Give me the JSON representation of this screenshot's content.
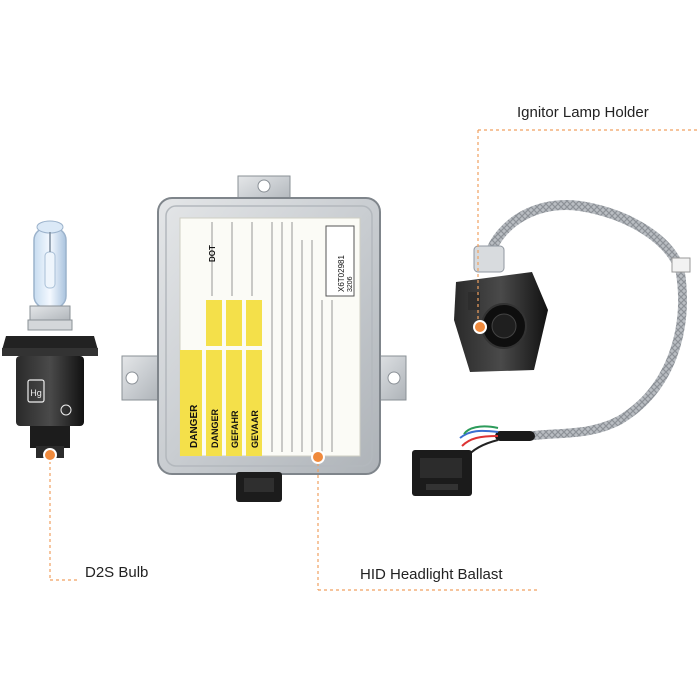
{
  "callouts": {
    "ignitor_lamp_holder": "Ignitor Lamp Holder",
    "d2s_bulb": "D2S Bulb",
    "hid_headlight_ballast": "HID Headlight Ballast"
  },
  "ballast_label": {
    "danger_1": "DANGER",
    "danger_2": "DANGER",
    "gefahr": "GEFAHR",
    "gevaar": "GEVAAR",
    "dot": "DOT",
    "serial": "X6T02981",
    "code": "3206"
  },
  "colors": {
    "accent": "#f08a3c",
    "leader_line": "#f0a060",
    "label_yellow": "#f4e04a",
    "ballast_body": "#c8ccd0",
    "component_black": "#1a1a1a"
  }
}
